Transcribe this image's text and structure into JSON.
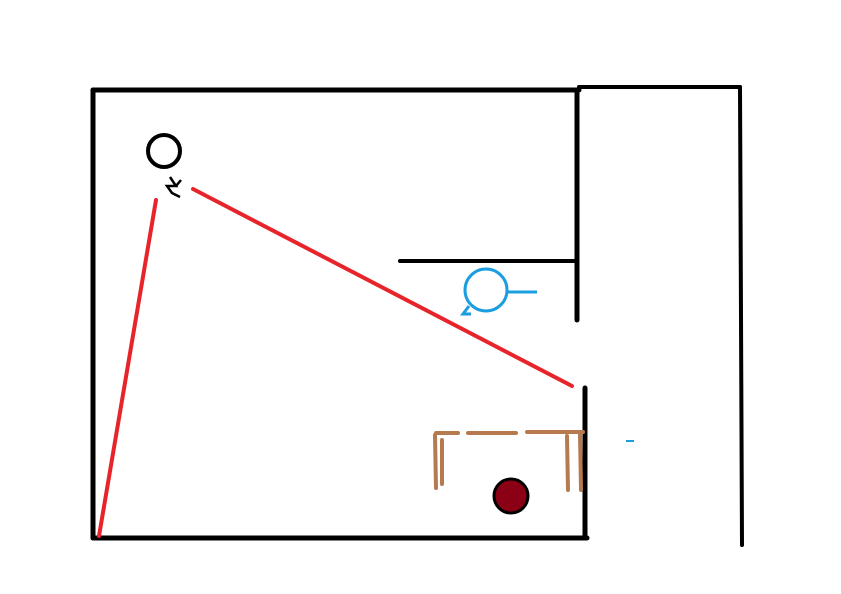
{
  "diagram": {
    "colors": {
      "wall": "#000000",
      "line_of_sight": "#e8242b",
      "observer": "#000000",
      "target_figure": "#1b9ee0",
      "desk": "#b77a4f",
      "red_object": "#8b0015",
      "background": "#ffffff"
    },
    "elements": [
      "room-walls",
      "corridor-walls",
      "inner-partition",
      "observer-figure",
      "line-of-sight-left",
      "line-of-sight-right",
      "target-figure",
      "desk",
      "red-object"
    ]
  }
}
